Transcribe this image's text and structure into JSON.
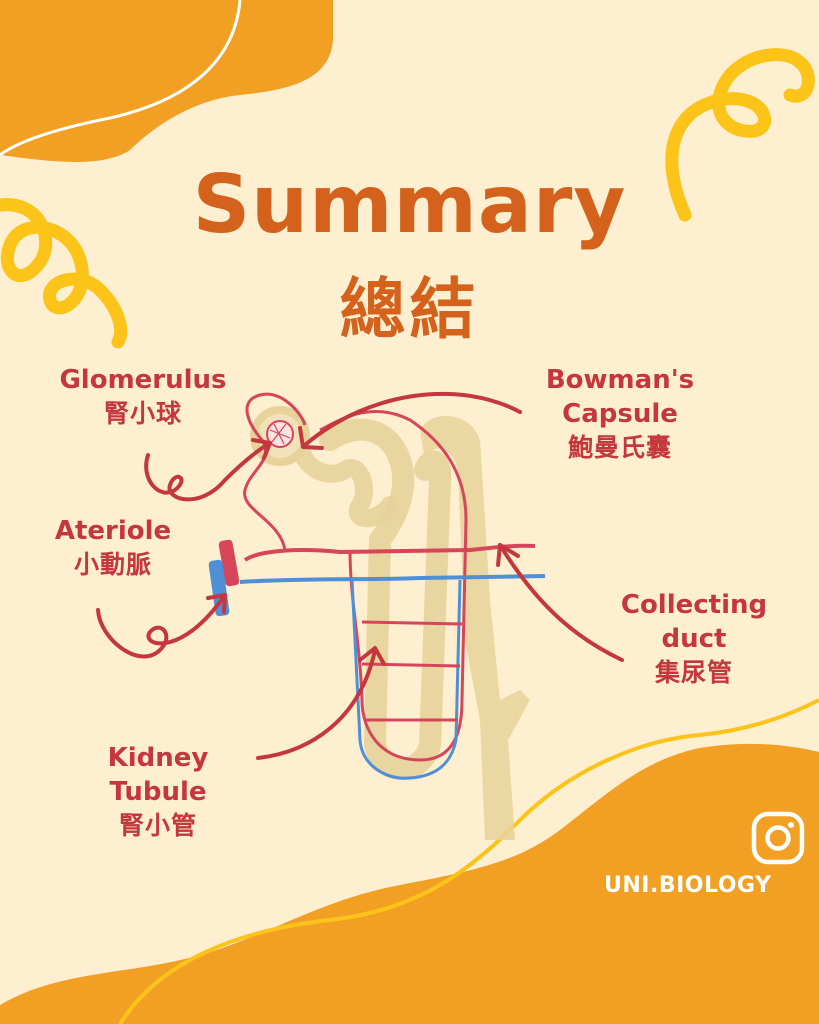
{
  "title": "Summary",
  "title_zh": "總結",
  "labels": {
    "glomerulus": {
      "en": "Glomerulus",
      "zh": "腎小球"
    },
    "bowmans_capsule": {
      "en_line1": "Bowman's",
      "en_line2": "Capsule",
      "zh": "鮑曼氏囊"
    },
    "arteriole": {
      "en": "Ateriole",
      "zh": "小動脈"
    },
    "collecting_duct": {
      "en_line1": "Collecting",
      "en_line2": "duct",
      "zh": "集尿管"
    },
    "kidney_tubule": {
      "en_line1": "Kidney",
      "en_line2": "Tubule",
      "zh": "腎小管"
    }
  },
  "brand": {
    "handle": "UNI.BIOLOGY",
    "icon": "instagram-icon"
  },
  "colors": {
    "background": "#fdefcf",
    "blob_orange": "#f2a024",
    "squiggle_yellow": "#fcc419",
    "title": "#d4621d",
    "label_red": "#c4373d",
    "vessel_red": "#d7455a",
    "vessel_blue": "#4f8fd8",
    "tubule_tan": "#e7d29a"
  }
}
